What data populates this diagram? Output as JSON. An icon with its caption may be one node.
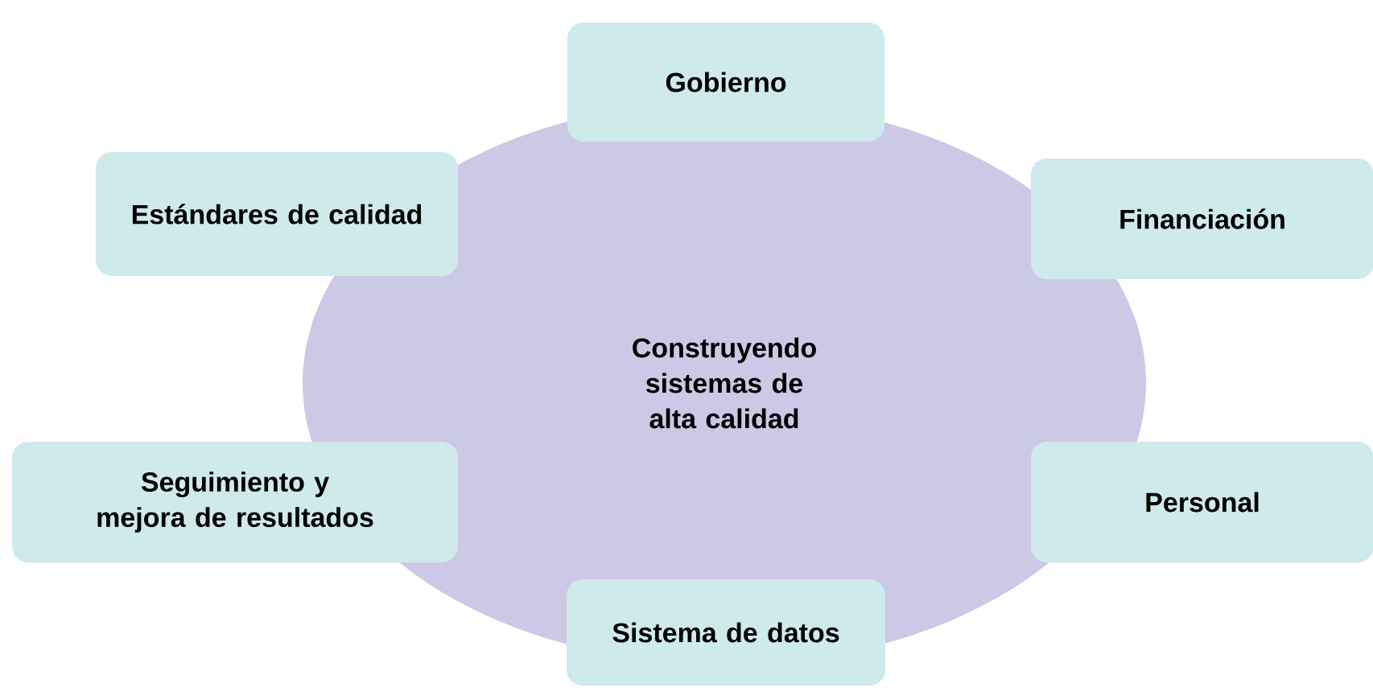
{
  "diagram": {
    "nodes": [
      {
        "text": [
          "Construyendo sistemas de alta calidad"
        ]
      },
      {
        "text": [
          "Gobierno"
        ]
      },
      {
        "text": [
          "Estándares de calidad"
        ]
      },
      {
        "text": [
          "Financiación"
        ]
      },
      {
        "text": [
          "Seguimiento y mejora de resultados"
        ]
      },
      {
        "text": [
          "Personal"
        ]
      },
      {
        "text": [
          "Sistema de datos"
        ]
      }
    ]
  }
}
